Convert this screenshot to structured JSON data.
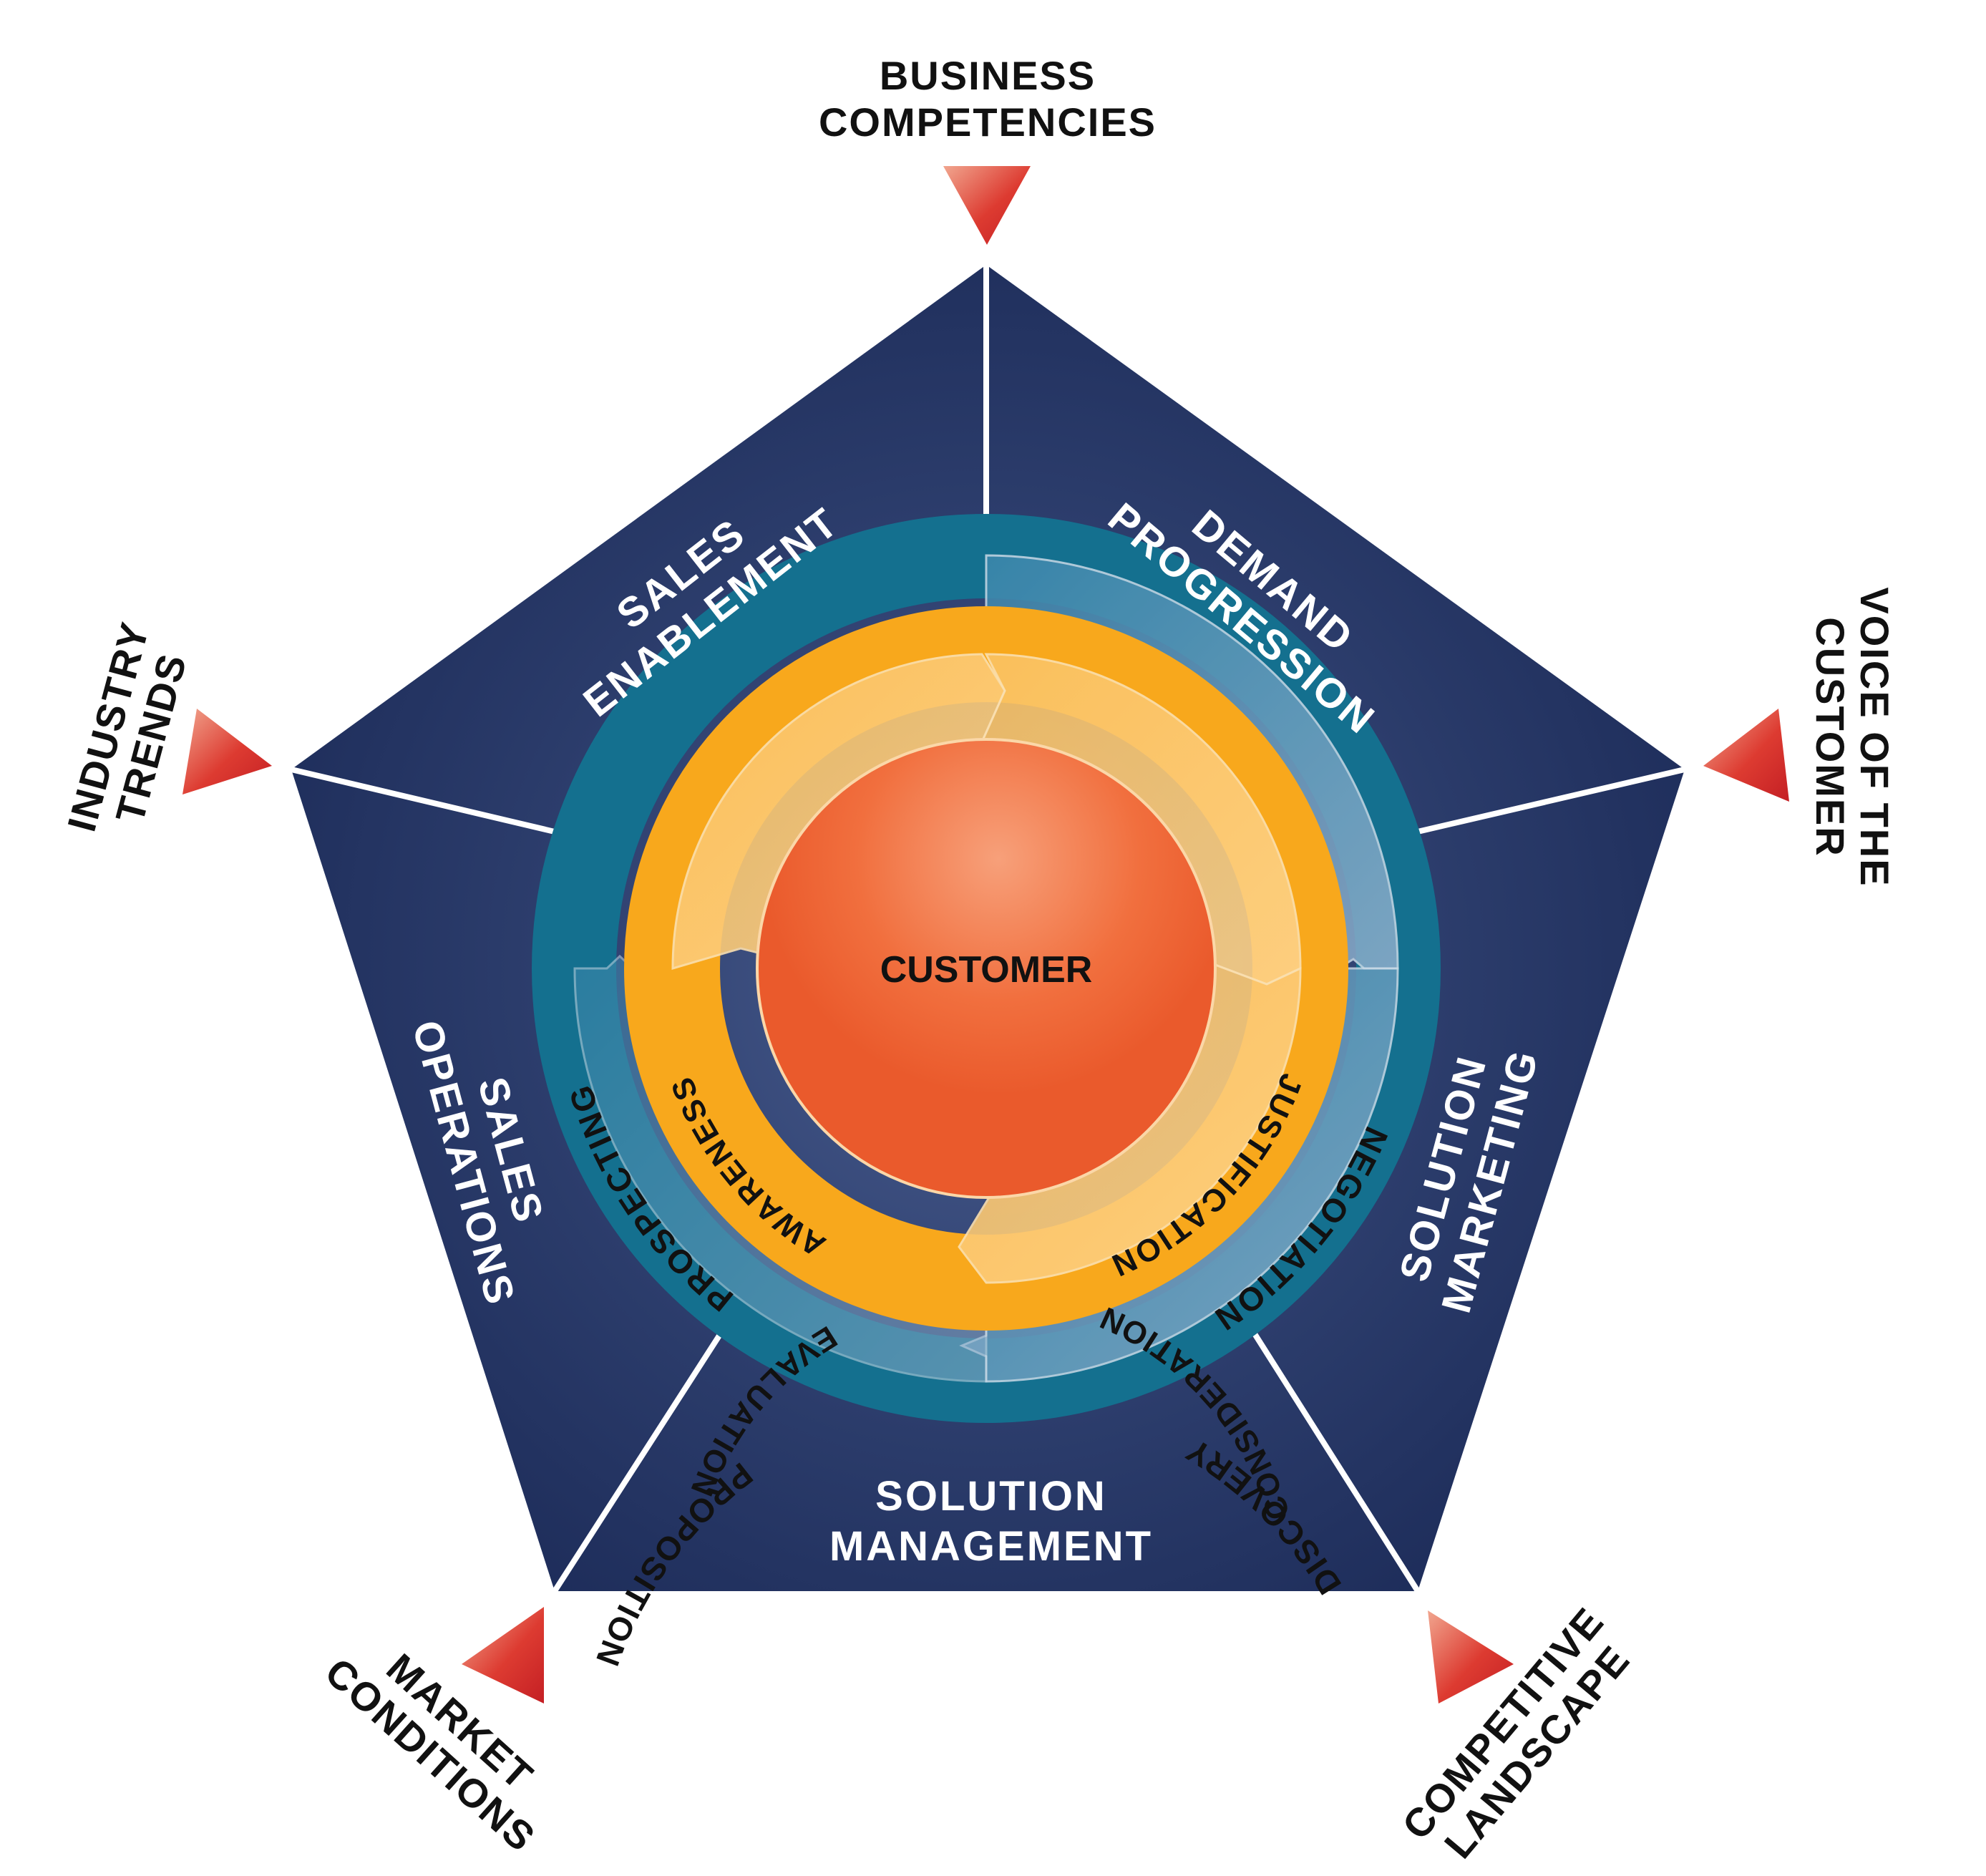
{
  "external_factors": {
    "top": [
      "BUSINESS",
      "COMPETENCIES"
    ],
    "right": [
      "VOICE OF THE",
      "CUSTOMER"
    ],
    "bottom_right": [
      "COMPETITIVE",
      "LANDSCAPE"
    ],
    "bottom_left": [
      "MARKET",
      "CONDITIONS"
    ],
    "left": [
      "INDUSTRY",
      "TRENDS"
    ]
  },
  "pentagon_segments": {
    "top_right": [
      "DEMAND",
      "PROGRESSION"
    ],
    "right": [
      "SOLUTION",
      "MARKETING"
    ],
    "bottom": [
      "SOLUTION",
      "MANAGEMENT"
    ],
    "left": [
      "SALES",
      "OPERATIONS"
    ],
    "top_left": [
      "SALES",
      "ENABLEMENT"
    ]
  },
  "outer_ring": [
    "PROSPECTING",
    "DISCOVERY",
    "PROPOSITION",
    "NEGOTIATION"
  ],
  "inner_ring": [
    "AWARENESS",
    "CONSIDERATION",
    "EVALUATION",
    "JUSTIFICATION"
  ],
  "center": "CUSTOMER",
  "colors": {
    "pentagon_dark": "#1b2a57",
    "pentagon_light": "#3e5283",
    "outer_ring_dark": "#14708f",
    "outer_ring_light": "#86a8c5",
    "inner_ring_dark": "#f8a81c",
    "inner_ring_light": "#fdd185",
    "center_light": "#f7966a",
    "center_dark": "#ef6032",
    "marker_red": "#d82c2c"
  }
}
